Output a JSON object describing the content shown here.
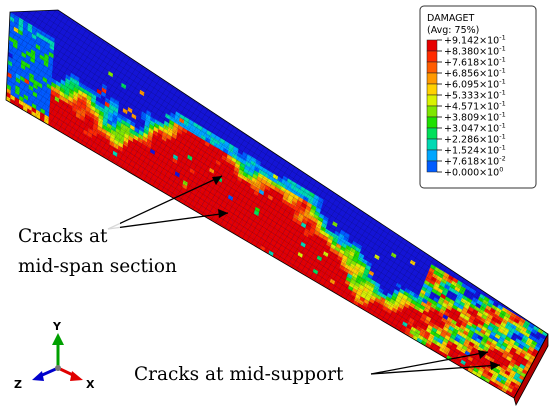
{
  "legend": {
    "variable": "DAMAGET",
    "averaging": "(Avg: 75%)",
    "levels": [
      {
        "mantissa": "+9.142",
        "exponent": "-1",
        "color": "#e60000"
      },
      {
        "mantissa": "+8.380",
        "exponent": "-1",
        "color": "#ff2b00"
      },
      {
        "mantissa": "+7.618",
        "exponent": "-1",
        "color": "#ff5c00"
      },
      {
        "mantissa": "+6.856",
        "exponent": "-1",
        "color": "#ff9900"
      },
      {
        "mantissa": "+6.095",
        "exponent": "-1",
        "color": "#ffd100"
      },
      {
        "mantissa": "+5.333",
        "exponent": "-1",
        "color": "#d9f200"
      },
      {
        "mantissa": "+4.571",
        "exponent": "-1",
        "color": "#7fe600"
      },
      {
        "mantissa": "+3.809",
        "exponent": "-1",
        "color": "#1fe000"
      },
      {
        "mantissa": "+3.047",
        "exponent": "-1",
        "color": "#00e05a"
      },
      {
        "mantissa": "+2.286",
        "exponent": "-1",
        "color": "#00d9b3"
      },
      {
        "mantissa": "+1.524",
        "exponent": "-1",
        "color": "#00a6ff"
      },
      {
        "mantissa": "+7.618",
        "exponent": "-2",
        "color": "#005cff"
      },
      {
        "mantissa": "+0.000",
        "exponent": "0",
        "color": "#1414d6"
      }
    ]
  },
  "annotations": {
    "midspan_line1": "Cracks at",
    "midspan_line2": "mid-span section",
    "midsupport": "Cracks at mid-support"
  },
  "triad": {
    "y_label": "Y",
    "z_label": "Z",
    "x_label": "X",
    "y_color": "#00a000",
    "z_color": "#0000cc",
    "x_color": "#e00000"
  }
}
